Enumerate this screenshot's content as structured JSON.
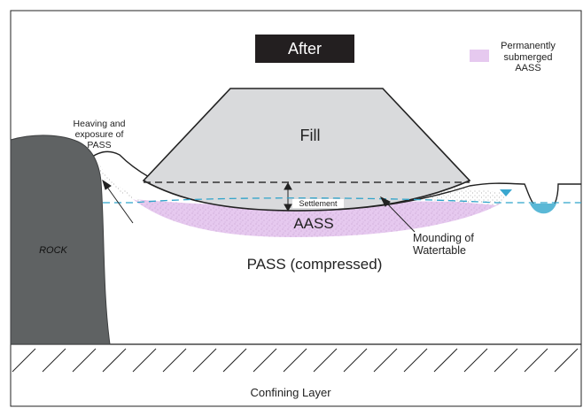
{
  "title": "After",
  "legend": {
    "label_line1": "Permanently",
    "label_line2": "submerged",
    "label_line3": "AASS",
    "swatch_color": "#e6c9ef"
  },
  "labels": {
    "fill": "Fill",
    "settlement": "Settlement",
    "aass": "AASS",
    "pass_compressed": "PASS (compressed)",
    "rock": "ROCK",
    "heaving_line1": "Heaving and",
    "heaving_line2": "exposure of",
    "heaving_line3": "PASS",
    "mounding_line1": "Mounding of",
    "mounding_line2": "Watertable",
    "confining_layer": "Confining Layer"
  },
  "colors": {
    "fill": "#d9dadc",
    "rock": "#5f6263",
    "aass": "#e6c9ef",
    "water": "#5ab8d6",
    "watertable_line": "#2fa3c9",
    "title_bg": "#231f20"
  }
}
